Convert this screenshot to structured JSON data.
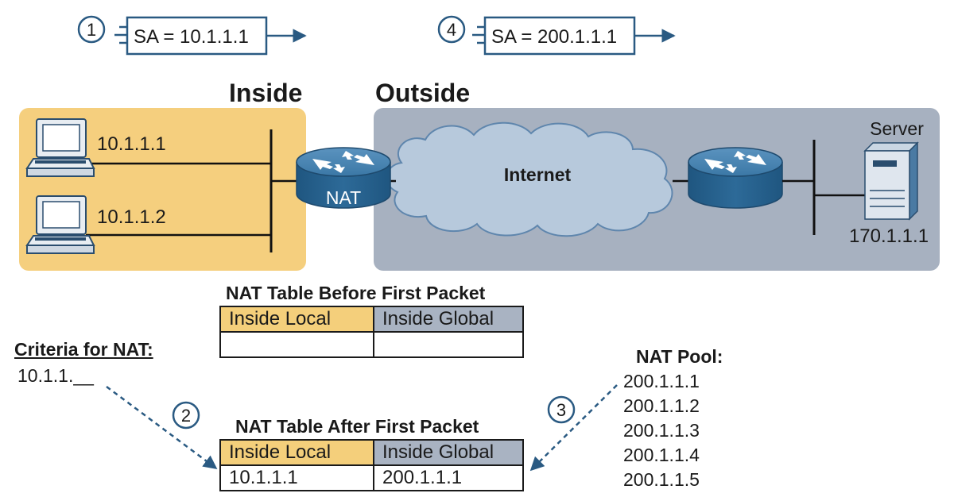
{
  "step_labels": [
    "1",
    "2",
    "3",
    "4"
  ],
  "packet_before": {
    "text": "SA = 10.1.1.1"
  },
  "packet_after": {
    "text": "SA = 200.1.1.1"
  },
  "zones": {
    "inside": "Inside",
    "outside": "Outside"
  },
  "hosts": [
    {
      "ip": "10.1.1.1"
    },
    {
      "ip": "10.1.1.2"
    }
  ],
  "nat_router": {
    "label": "NAT"
  },
  "internet": {
    "label": "Internet"
  },
  "server": {
    "label": "Server",
    "ip": "170.1.1.1"
  },
  "table_before": {
    "title": "NAT Table Before First Packet",
    "headers": [
      "Inside Local",
      "Inside Global"
    ],
    "rows": [
      [
        "",
        ""
      ]
    ]
  },
  "table_after": {
    "title": "NAT Table After First Packet",
    "headers": [
      "Inside Local",
      "Inside Global"
    ],
    "rows": [
      [
        "10.1.1.1",
        "200.1.1.1"
      ]
    ]
  },
  "criteria": {
    "title": "Criteria for NAT:",
    "value": "10.1.1.__"
  },
  "pool": {
    "title": "NAT Pool:",
    "addresses": [
      "200.1.1.1",
      "200.1.1.2",
      "200.1.1.3",
      "200.1.1.4",
      "200.1.1.5"
    ]
  },
  "colors": {
    "inside_zone": "#f5cf7e",
    "outside_zone": "#a7b1c0",
    "accent": "#2a5a82",
    "router": "#2d6a98"
  }
}
